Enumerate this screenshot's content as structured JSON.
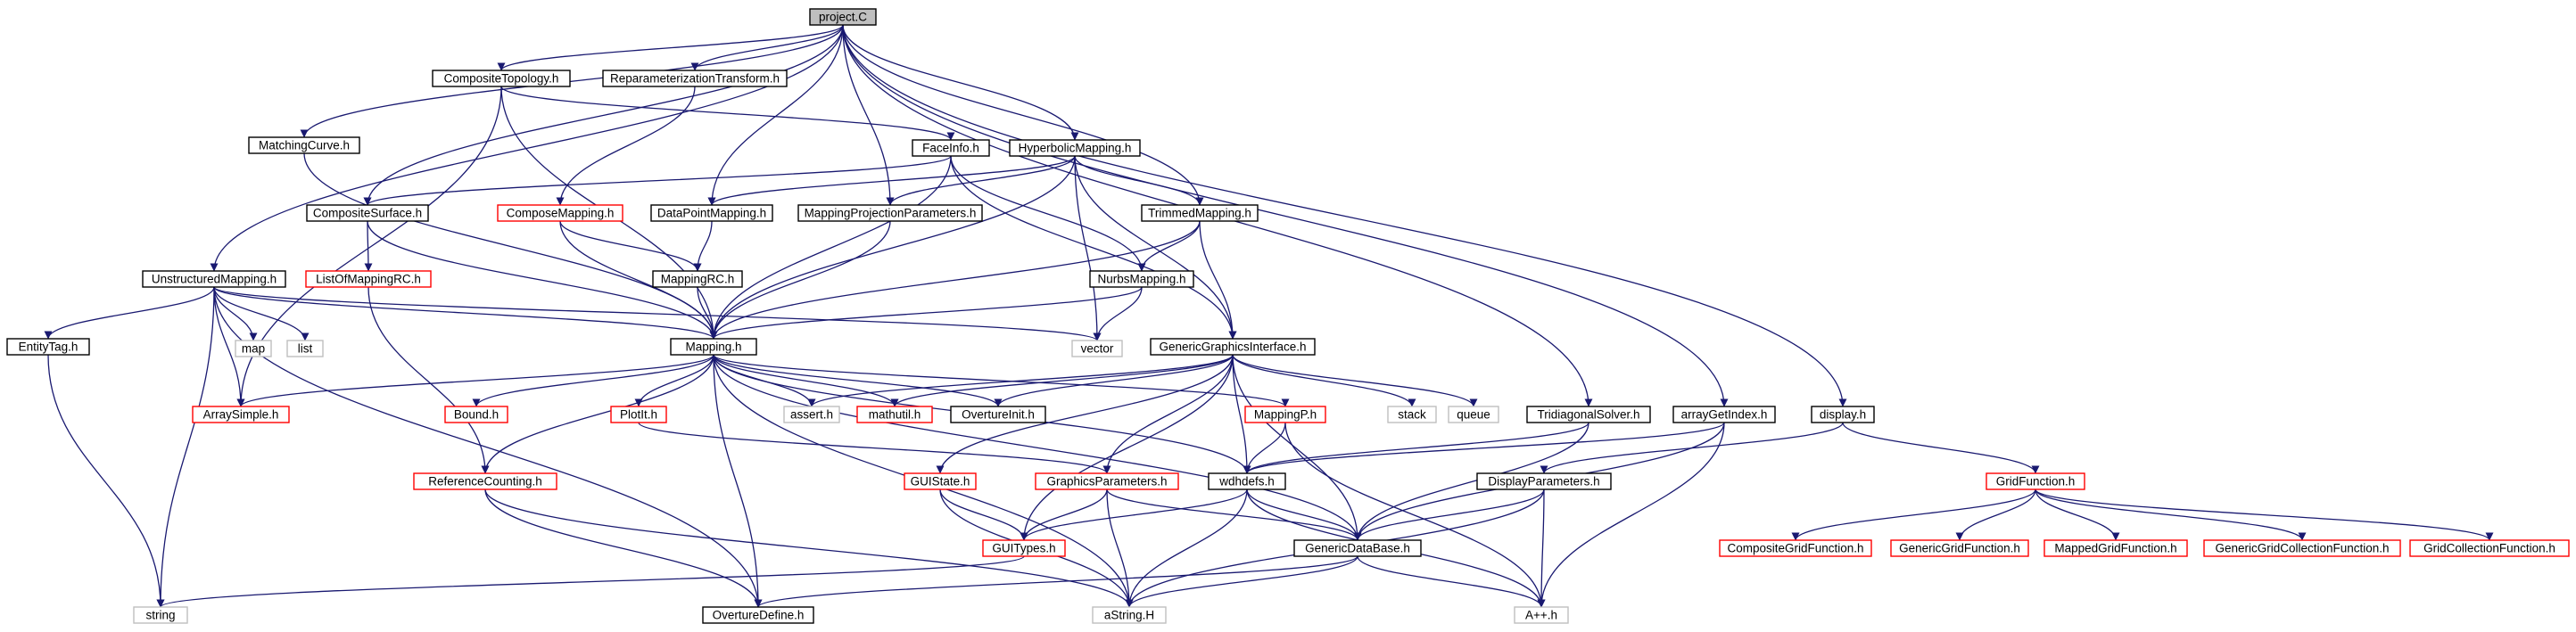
{
  "colors": {
    "edge": "#191970",
    "arrowhead": "#191970",
    "border_documented": "#000000",
    "border_undocumented": "#ff0000",
    "border_external": "#bfbfbf",
    "root_fill": "#bfbfbf",
    "fill": "#ffffff"
  },
  "nodes": [
    {
      "id": "project_C",
      "label": "project.C",
      "kind": "root"
    },
    {
      "id": "CompositeTopology",
      "label": "CompositeTopology.h",
      "kind": "documented"
    },
    {
      "id": "ReparameterizationTransform",
      "label": "ReparameterizationTransform.h",
      "kind": "documented"
    },
    {
      "id": "MatchingCurve",
      "label": "MatchingCurve.h",
      "kind": "documented"
    },
    {
      "id": "FaceInfo",
      "label": "FaceInfo.h",
      "kind": "documented"
    },
    {
      "id": "HyperbolicMapping",
      "label": "HyperbolicMapping.h",
      "kind": "documented"
    },
    {
      "id": "CompositeSurface",
      "label": "CompositeSurface.h",
      "kind": "documented"
    },
    {
      "id": "ComposeMapping",
      "label": "ComposeMapping.h",
      "kind": "undocumented"
    },
    {
      "id": "DataPointMapping",
      "label": "DataPointMapping.h",
      "kind": "documented"
    },
    {
      "id": "MappingProjectionParameters",
      "label": "MappingProjectionParameters.h",
      "kind": "documented"
    },
    {
      "id": "TrimmedMapping",
      "label": "TrimmedMapping.h",
      "kind": "documented"
    },
    {
      "id": "UnstructuredMapping",
      "label": "UnstructuredMapping.h",
      "kind": "documented"
    },
    {
      "id": "ListOfMappingRC",
      "label": "ListOfMappingRC.h",
      "kind": "undocumented"
    },
    {
      "id": "MappingRC",
      "label": "MappingRC.h",
      "kind": "documented"
    },
    {
      "id": "NurbsMapping",
      "label": "NurbsMapping.h",
      "kind": "documented"
    },
    {
      "id": "EntityTag",
      "label": "EntityTag.h",
      "kind": "documented"
    },
    {
      "id": "map",
      "label": "map",
      "kind": "external"
    },
    {
      "id": "list",
      "label": "list",
      "kind": "external"
    },
    {
      "id": "Mapping",
      "label": "Mapping.h",
      "kind": "documented"
    },
    {
      "id": "vector",
      "label": "vector",
      "kind": "external"
    },
    {
      "id": "GenericGraphicsInterface",
      "label": "GenericGraphicsInterface.h",
      "kind": "documented"
    },
    {
      "id": "ArraySimple",
      "label": "ArraySimple.h",
      "kind": "undocumented"
    },
    {
      "id": "Bound",
      "label": "Bound.h",
      "kind": "undocumented"
    },
    {
      "id": "PlotIt",
      "label": "PlotIt.h",
      "kind": "undocumented"
    },
    {
      "id": "assert",
      "label": "assert.h",
      "kind": "external"
    },
    {
      "id": "mathutil",
      "label": "mathutil.h",
      "kind": "undocumented"
    },
    {
      "id": "OvertureInit",
      "label": "OvertureInit.h",
      "kind": "documented"
    },
    {
      "id": "MappingP",
      "label": "MappingP.h",
      "kind": "undocumented"
    },
    {
      "id": "stack",
      "label": "stack",
      "kind": "external"
    },
    {
      "id": "queue",
      "label": "queue",
      "kind": "external"
    },
    {
      "id": "TridiagonalSolver",
      "label": "TridiagonalSolver.h",
      "kind": "documented"
    },
    {
      "id": "arrayGetIndex",
      "label": "arrayGetIndex.h",
      "kind": "documented"
    },
    {
      "id": "display",
      "label": "display.h",
      "kind": "documented"
    },
    {
      "id": "ReferenceCounting",
      "label": "ReferenceCounting.h",
      "kind": "undocumented"
    },
    {
      "id": "GUIState",
      "label": "GUIState.h",
      "kind": "undocumented"
    },
    {
      "id": "GraphicsParameters",
      "label": "GraphicsParameters.h",
      "kind": "undocumented"
    },
    {
      "id": "wdhdefs",
      "label": "wdhdefs.h",
      "kind": "documented"
    },
    {
      "id": "DisplayParameters",
      "label": "DisplayParameters.h",
      "kind": "documented"
    },
    {
      "id": "GridFunction",
      "label": "GridFunction.h",
      "kind": "undocumented"
    },
    {
      "id": "GUITypes",
      "label": "GUITypes.h",
      "kind": "undocumented"
    },
    {
      "id": "GenericDataBase",
      "label": "GenericDataBase.h",
      "kind": "documented"
    },
    {
      "id": "CompositeGridFunction",
      "label": "CompositeGridFunction.h",
      "kind": "undocumented"
    },
    {
      "id": "GenericGridFunction",
      "label": "GenericGridFunction.h",
      "kind": "undocumented"
    },
    {
      "id": "MappedGridFunction",
      "label": "MappedGridFunction.h",
      "kind": "undocumented"
    },
    {
      "id": "GenericGridCollectionFunction",
      "label": "GenericGridCollectionFunction.h",
      "kind": "undocumented"
    },
    {
      "id": "GridCollectionFunction",
      "label": "GridCollectionFunction.h",
      "kind": "undocumented"
    },
    {
      "id": "string",
      "label": "string",
      "kind": "external"
    },
    {
      "id": "OvertureDefine",
      "label": "OvertureDefine.h",
      "kind": "documented"
    },
    {
      "id": "aString",
      "label": "aString.H",
      "kind": "external"
    },
    {
      "id": "App",
      "label": "A++.h",
      "kind": "external"
    }
  ],
  "edges": [
    [
      "project_C",
      "CompositeTopology"
    ],
    [
      "project_C",
      "ReparameterizationTransform"
    ],
    [
      "project_C",
      "MatchingCurve"
    ],
    [
      "project_C",
      "HyperbolicMapping"
    ],
    [
      "project_C",
      "CompositeSurface"
    ],
    [
      "project_C",
      "DataPointMapping"
    ],
    [
      "project_C",
      "MappingProjectionParameters"
    ],
    [
      "project_C",
      "TrimmedMapping"
    ],
    [
      "project_C",
      "UnstructuredMapping"
    ],
    [
      "project_C",
      "TridiagonalSolver"
    ],
    [
      "project_C",
      "arrayGetIndex"
    ],
    [
      "project_C",
      "display"
    ],
    [
      "CompositeTopology",
      "FaceInfo"
    ],
    [
      "CompositeTopology",
      "Mapping"
    ],
    [
      "CompositeTopology",
      "ArraySimple"
    ],
    [
      "ReparameterizationTransform",
      "ComposeMapping"
    ],
    [
      "MatchingCurve",
      "Mapping"
    ],
    [
      "FaceInfo",
      "CompositeSurface"
    ],
    [
      "FaceInfo",
      "NurbsMapping"
    ],
    [
      "FaceInfo",
      "Mapping"
    ],
    [
      "FaceInfo",
      "GenericGraphicsInterface"
    ],
    [
      "HyperbolicMapping",
      "DataPointMapping"
    ],
    [
      "HyperbolicMapping",
      "MappingProjectionParameters"
    ],
    [
      "HyperbolicMapping",
      "TrimmedMapping"
    ],
    [
      "HyperbolicMapping",
      "Mapping"
    ],
    [
      "HyperbolicMapping",
      "GenericGraphicsInterface"
    ],
    [
      "HyperbolicMapping",
      "vector"
    ],
    [
      "CompositeSurface",
      "ListOfMappingRC"
    ],
    [
      "CompositeSurface",
      "Mapping"
    ],
    [
      "ComposeMapping",
      "MappingRC"
    ],
    [
      "ComposeMapping",
      "Mapping"
    ],
    [
      "DataPointMapping",
      "MappingRC"
    ],
    [
      "MappingProjectionParameters",
      "Mapping"
    ],
    [
      "TrimmedMapping",
      "NurbsMapping"
    ],
    [
      "TrimmedMapping",
      "GenericGraphicsInterface"
    ],
    [
      "TrimmedMapping",
      "Mapping"
    ],
    [
      "UnstructuredMapping",
      "EntityTag"
    ],
    [
      "UnstructuredMapping",
      "map"
    ],
    [
      "UnstructuredMapping",
      "list"
    ],
    [
      "UnstructuredMapping",
      "Mapping"
    ],
    [
      "UnstructuredMapping",
      "vector"
    ],
    [
      "UnstructuredMapping",
      "ArraySimple"
    ],
    [
      "UnstructuredMapping",
      "string"
    ],
    [
      "UnstructuredMapping",
      "OvertureDefine"
    ],
    [
      "ListOfMappingRC",
      "ReferenceCounting"
    ],
    [
      "MappingRC",
      "Mapping"
    ],
    [
      "NurbsMapping",
      "Mapping"
    ],
    [
      "NurbsMapping",
      "vector"
    ],
    [
      "EntityTag",
      "string"
    ],
    [
      "Mapping",
      "ArraySimple"
    ],
    [
      "Mapping",
      "Bound"
    ],
    [
      "Mapping",
      "PlotIt"
    ],
    [
      "Mapping",
      "assert"
    ],
    [
      "Mapping",
      "mathutil"
    ],
    [
      "Mapping",
      "OvertureInit"
    ],
    [
      "Mapping",
      "MappingP"
    ],
    [
      "Mapping",
      "ReferenceCounting"
    ],
    [
      "Mapping",
      "wdhdefs"
    ],
    [
      "Mapping",
      "GenericDataBase"
    ],
    [
      "Mapping",
      "aString"
    ],
    [
      "Mapping",
      "OvertureDefine"
    ],
    [
      "GenericGraphicsInterface",
      "assert"
    ],
    [
      "GenericGraphicsInterface",
      "mathutil"
    ],
    [
      "GenericGraphicsInterface",
      "OvertureInit"
    ],
    [
      "GenericGraphicsInterface",
      "stack"
    ],
    [
      "GenericGraphicsInterface",
      "queue"
    ],
    [
      "GenericGraphicsInterface",
      "GUIState"
    ],
    [
      "GenericGraphicsInterface",
      "GraphicsParameters"
    ],
    [
      "GenericGraphicsInterface",
      "wdhdefs"
    ],
    [
      "GenericGraphicsInterface",
      "GUITypes"
    ],
    [
      "GenericGraphicsInterface",
      "GenericDataBase"
    ],
    [
      "PlotIt",
      "GraphicsParameters"
    ],
    [
      "MappingP",
      "wdhdefs"
    ],
    [
      "MappingP",
      "App"
    ],
    [
      "TridiagonalSolver",
      "wdhdefs"
    ],
    [
      "TridiagonalSolver",
      "GenericDataBase"
    ],
    [
      "arrayGetIndex",
      "wdhdefs"
    ],
    [
      "arrayGetIndex",
      "App"
    ],
    [
      "arrayGetIndex",
      "GenericDataBase"
    ],
    [
      "display",
      "DisplayParameters"
    ],
    [
      "display",
      "GridFunction"
    ],
    [
      "ReferenceCounting",
      "OvertureDefine"
    ],
    [
      "ReferenceCounting",
      "aString"
    ],
    [
      "GUIState",
      "GUITypes"
    ],
    [
      "GUIState",
      "aString"
    ],
    [
      "GraphicsParameters",
      "GUITypes"
    ],
    [
      "GraphicsParameters",
      "aString"
    ],
    [
      "GraphicsParameters",
      "GenericDataBase"
    ],
    [
      "wdhdefs",
      "GUITypes"
    ],
    [
      "wdhdefs",
      "aString"
    ],
    [
      "wdhdefs",
      "GenericDataBase"
    ],
    [
      "wdhdefs",
      "App"
    ],
    [
      "DisplayParameters",
      "GenericDataBase"
    ],
    [
      "DisplayParameters",
      "aString"
    ],
    [
      "DisplayParameters",
      "App"
    ],
    [
      "GridFunction",
      "CompositeGridFunction"
    ],
    [
      "GridFunction",
      "GenericGridFunction"
    ],
    [
      "GridFunction",
      "MappedGridFunction"
    ],
    [
      "GridFunction",
      "GenericGridCollectionFunction"
    ],
    [
      "GridFunction",
      "GridCollectionFunction"
    ],
    [
      "GUITypes",
      "string"
    ],
    [
      "GenericDataBase",
      "OvertureDefine"
    ],
    [
      "GenericDataBase",
      "aString"
    ],
    [
      "GenericDataBase",
      "App"
    ]
  ]
}
